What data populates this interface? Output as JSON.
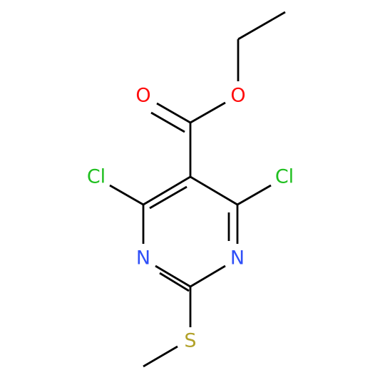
{
  "molecule": {
    "atoms": {
      "oxygen_carbonyl": {
        "symbol": "O",
        "color": "#ff0d0d"
      },
      "oxygen_ester": {
        "symbol": "O",
        "color": "#ff0d0d"
      },
      "chlorine_left": {
        "symbol": "Cl",
        "color": "#1fbf1f"
      },
      "chlorine_right": {
        "symbol": "Cl",
        "color": "#1fbf1f"
      },
      "nitrogen_left": {
        "symbol": "N",
        "color": "#3050f8"
      },
      "nitrogen_right": {
        "symbol": "N",
        "color": "#3050f8"
      },
      "sulfur": {
        "symbol": "S",
        "color": "#b2a22a"
      }
    }
  }
}
